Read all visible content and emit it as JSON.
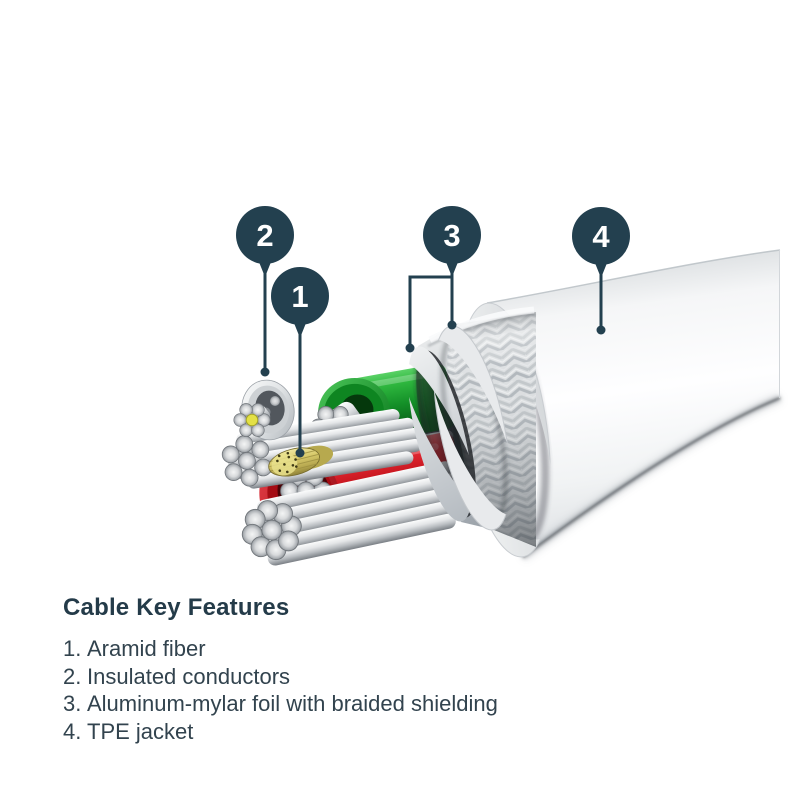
{
  "figure": {
    "callouts": [
      {
        "label": "2"
      },
      {
        "label": "1"
      },
      {
        "label": "3"
      },
      {
        "label": "4"
      }
    ]
  },
  "key_features": {
    "heading": "Cable Key Features",
    "items": [
      {
        "marker": "1.",
        "text": "Aramid fiber"
      },
      {
        "marker": "2.",
        "text": "Insulated conductors"
      },
      {
        "marker": "3.",
        "text": "Aluminum-mylar foil with braided shielding"
      },
      {
        "marker": "4.",
        "text": "TPE jacket"
      }
    ]
  },
  "colors": {
    "callout_navy": "#23404f",
    "text": "#32434e",
    "conductor_green": "#1a9e2c",
    "conductor_red": "#c81018",
    "aramid_yellow": "#d5c767",
    "jacket_white": "#f4f5f6",
    "metal_silver": "#c9ccd0"
  }
}
